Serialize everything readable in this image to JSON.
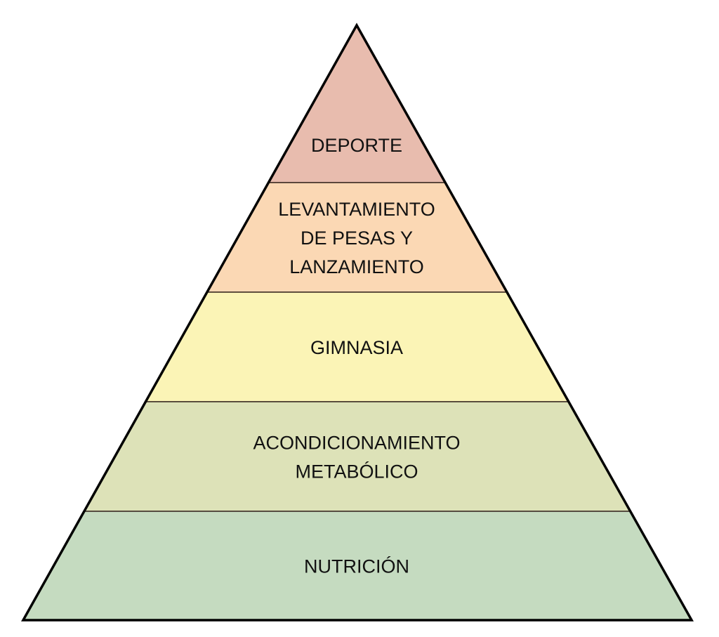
{
  "pyramid": {
    "levels": [
      {
        "label_lines": [
          "DEPORTE"
        ],
        "color": "#e8bcae"
      },
      {
        "label_lines": [
          "LEVANTAMIENTO",
          "DE PESAS Y",
          "LANZAMIENTO"
        ],
        "color": "#fbd8b4"
      },
      {
        "label_lines": [
          "GIMNASIA"
        ],
        "color": "#fbf4b6"
      },
      {
        "label_lines": [
          "ACONDICIONAMIENTO",
          "METABÓLICO"
        ],
        "color": "#dde2b8"
      },
      {
        "label_lines": [
          "NUTRICIÓN"
        ],
        "color": "#c5dbc0"
      }
    ]
  }
}
